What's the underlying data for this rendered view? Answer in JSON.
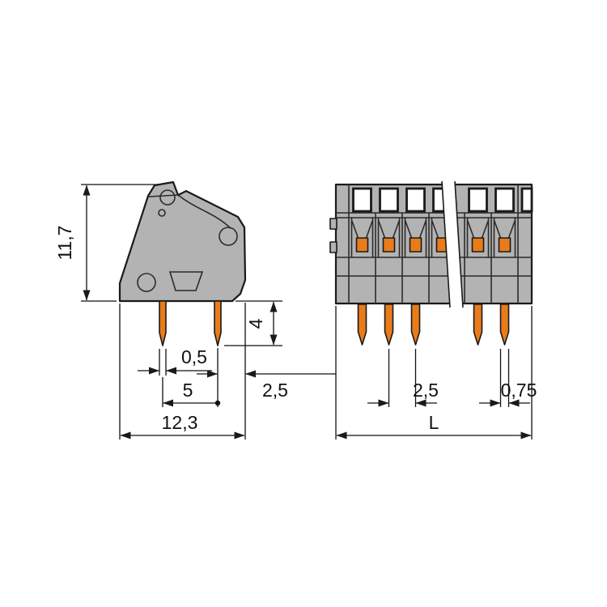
{
  "drawing": {
    "kind": "terminal-block-dimension-drawing",
    "views": [
      "side-view",
      "front-view"
    ]
  },
  "colors": {
    "body_gray": "#b3b3b3",
    "pin_orange": "#e87c1a",
    "outline": "#1a1a1a",
    "window_white": "#ffffff"
  },
  "side_view": {
    "dim_height": "11,7",
    "dim_pin_thickness": "0,5",
    "dim_pin_spacing": "5",
    "dim_pin_to_edge": "2,5",
    "dim_overall_width": "12,3",
    "dim_pin_length": "4"
  },
  "front_view": {
    "dim_pin_pitch": "2,5",
    "dim_pin_width": "0,75",
    "dim_overall_length": "L"
  }
}
